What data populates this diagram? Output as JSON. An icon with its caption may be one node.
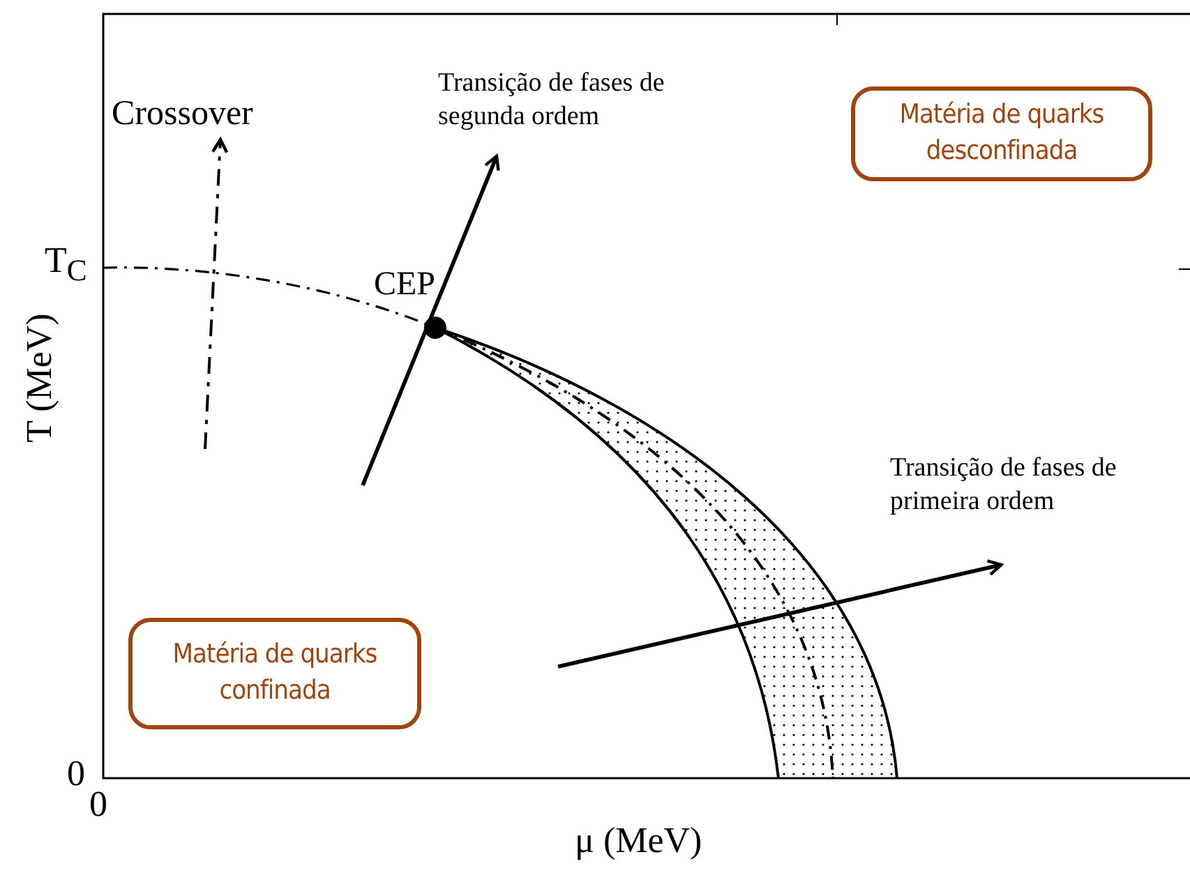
{
  "diagram": {
    "nodes": [
      {
        "text": [
          "Crossover"
        ]
      },
      {
        "text": [
          "Transição de fases de segunda ordem"
        ]
      },
      {
        "text": [],
        "shape": "circle",
        "beside": [
          "CEP"
        ]
      },
      {
        "text": [
          "Transição de fases de primeira ordem"
        ]
      },
      {
        "text": [
          "Matéria de quarks desconfinada"
        ]
      },
      {
        "text": [
          "Matéria de quarks confinada"
        ]
      }
    ],
    "edges": [
      {
        "from": null,
        "to": 0,
        "arrow": "to",
        "style": "dashed"
      },
      {
        "from": null,
        "to": 1,
        "arrow": "to"
      },
      {
        "from": null,
        "to": 3,
        "arrow": "to"
      }
    ],
    "labels": [
      "T$_{C}$",
      "T (MeV)",
      "0",
      "0",
      "μ (MeV)"
    ]
  }
}
